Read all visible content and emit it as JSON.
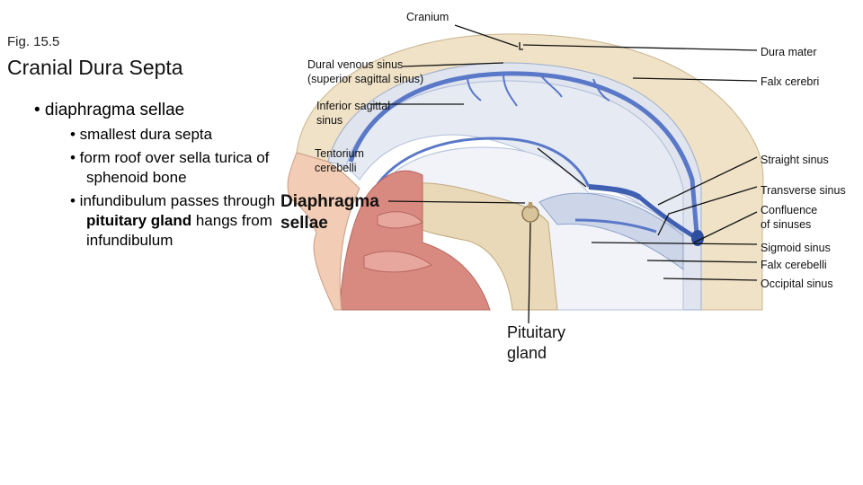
{
  "fig_number": "Fig. 15.5",
  "title": "Cranial Dura Septa",
  "bullets": {
    "main": "• diaphragma sellae",
    "sub1": "• smallest dura septa",
    "sub2_line1": "• form roof over sella turica of",
    "sub2_line2": "sphenoid bone",
    "sub3_line1": "• infundibulum passes through",
    "sub3_line2_bold": "pituitary gland",
    "sub3_line2_rest": " hangs from",
    "sub3_line3": "infundibulum"
  },
  "labels": {
    "cranium": "Cranium",
    "dura_mater": "Dura mater",
    "dural_venous_sinus_1": "Dural venous sinus",
    "dural_venous_sinus_2": "(superior sagittal sinus)",
    "falx_cerebri": "Falx cerebri",
    "inferior_sagittal_1": "Inferior sagittal",
    "inferior_sagittal_2": "sinus",
    "tentorium_1": "Tentorium",
    "tentorium_2": "cerebelli",
    "straight_sinus": "Straight sinus",
    "transverse_sinus": "Transverse sinus",
    "confluence_1": "Confluence",
    "confluence_2": "of sinuses",
    "sigmoid_sinus": "Sigmoid sinus",
    "falx_cerebelli": "Falx cerebelli",
    "occipital_sinus": "Occipital sinus",
    "diaphragma_1": "Diaphragma",
    "diaphragma_2": "sellae",
    "pituitary_1": "Pituitary",
    "pituitary_2": "gland"
  },
  "colors": {
    "dura": "#dfe4ee",
    "vein": "#5a78c8",
    "bone": "#e9d9b8",
    "nasal": "#d98a80"
  }
}
